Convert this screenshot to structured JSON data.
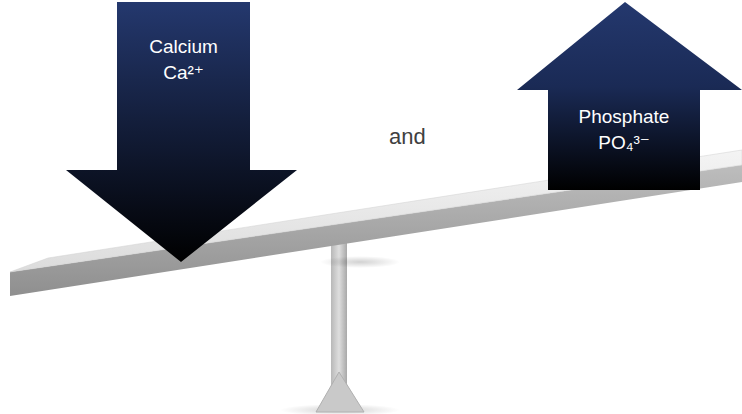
{
  "diagram": {
    "nodes": [
      {
        "text": [
          "Calcium Ca²⁺"
        ]
      },
      {
        "text": [
          "Phosphate PO₄³⁻"
        ]
      }
    ],
    "labels": [
      "and"
    ]
  }
}
